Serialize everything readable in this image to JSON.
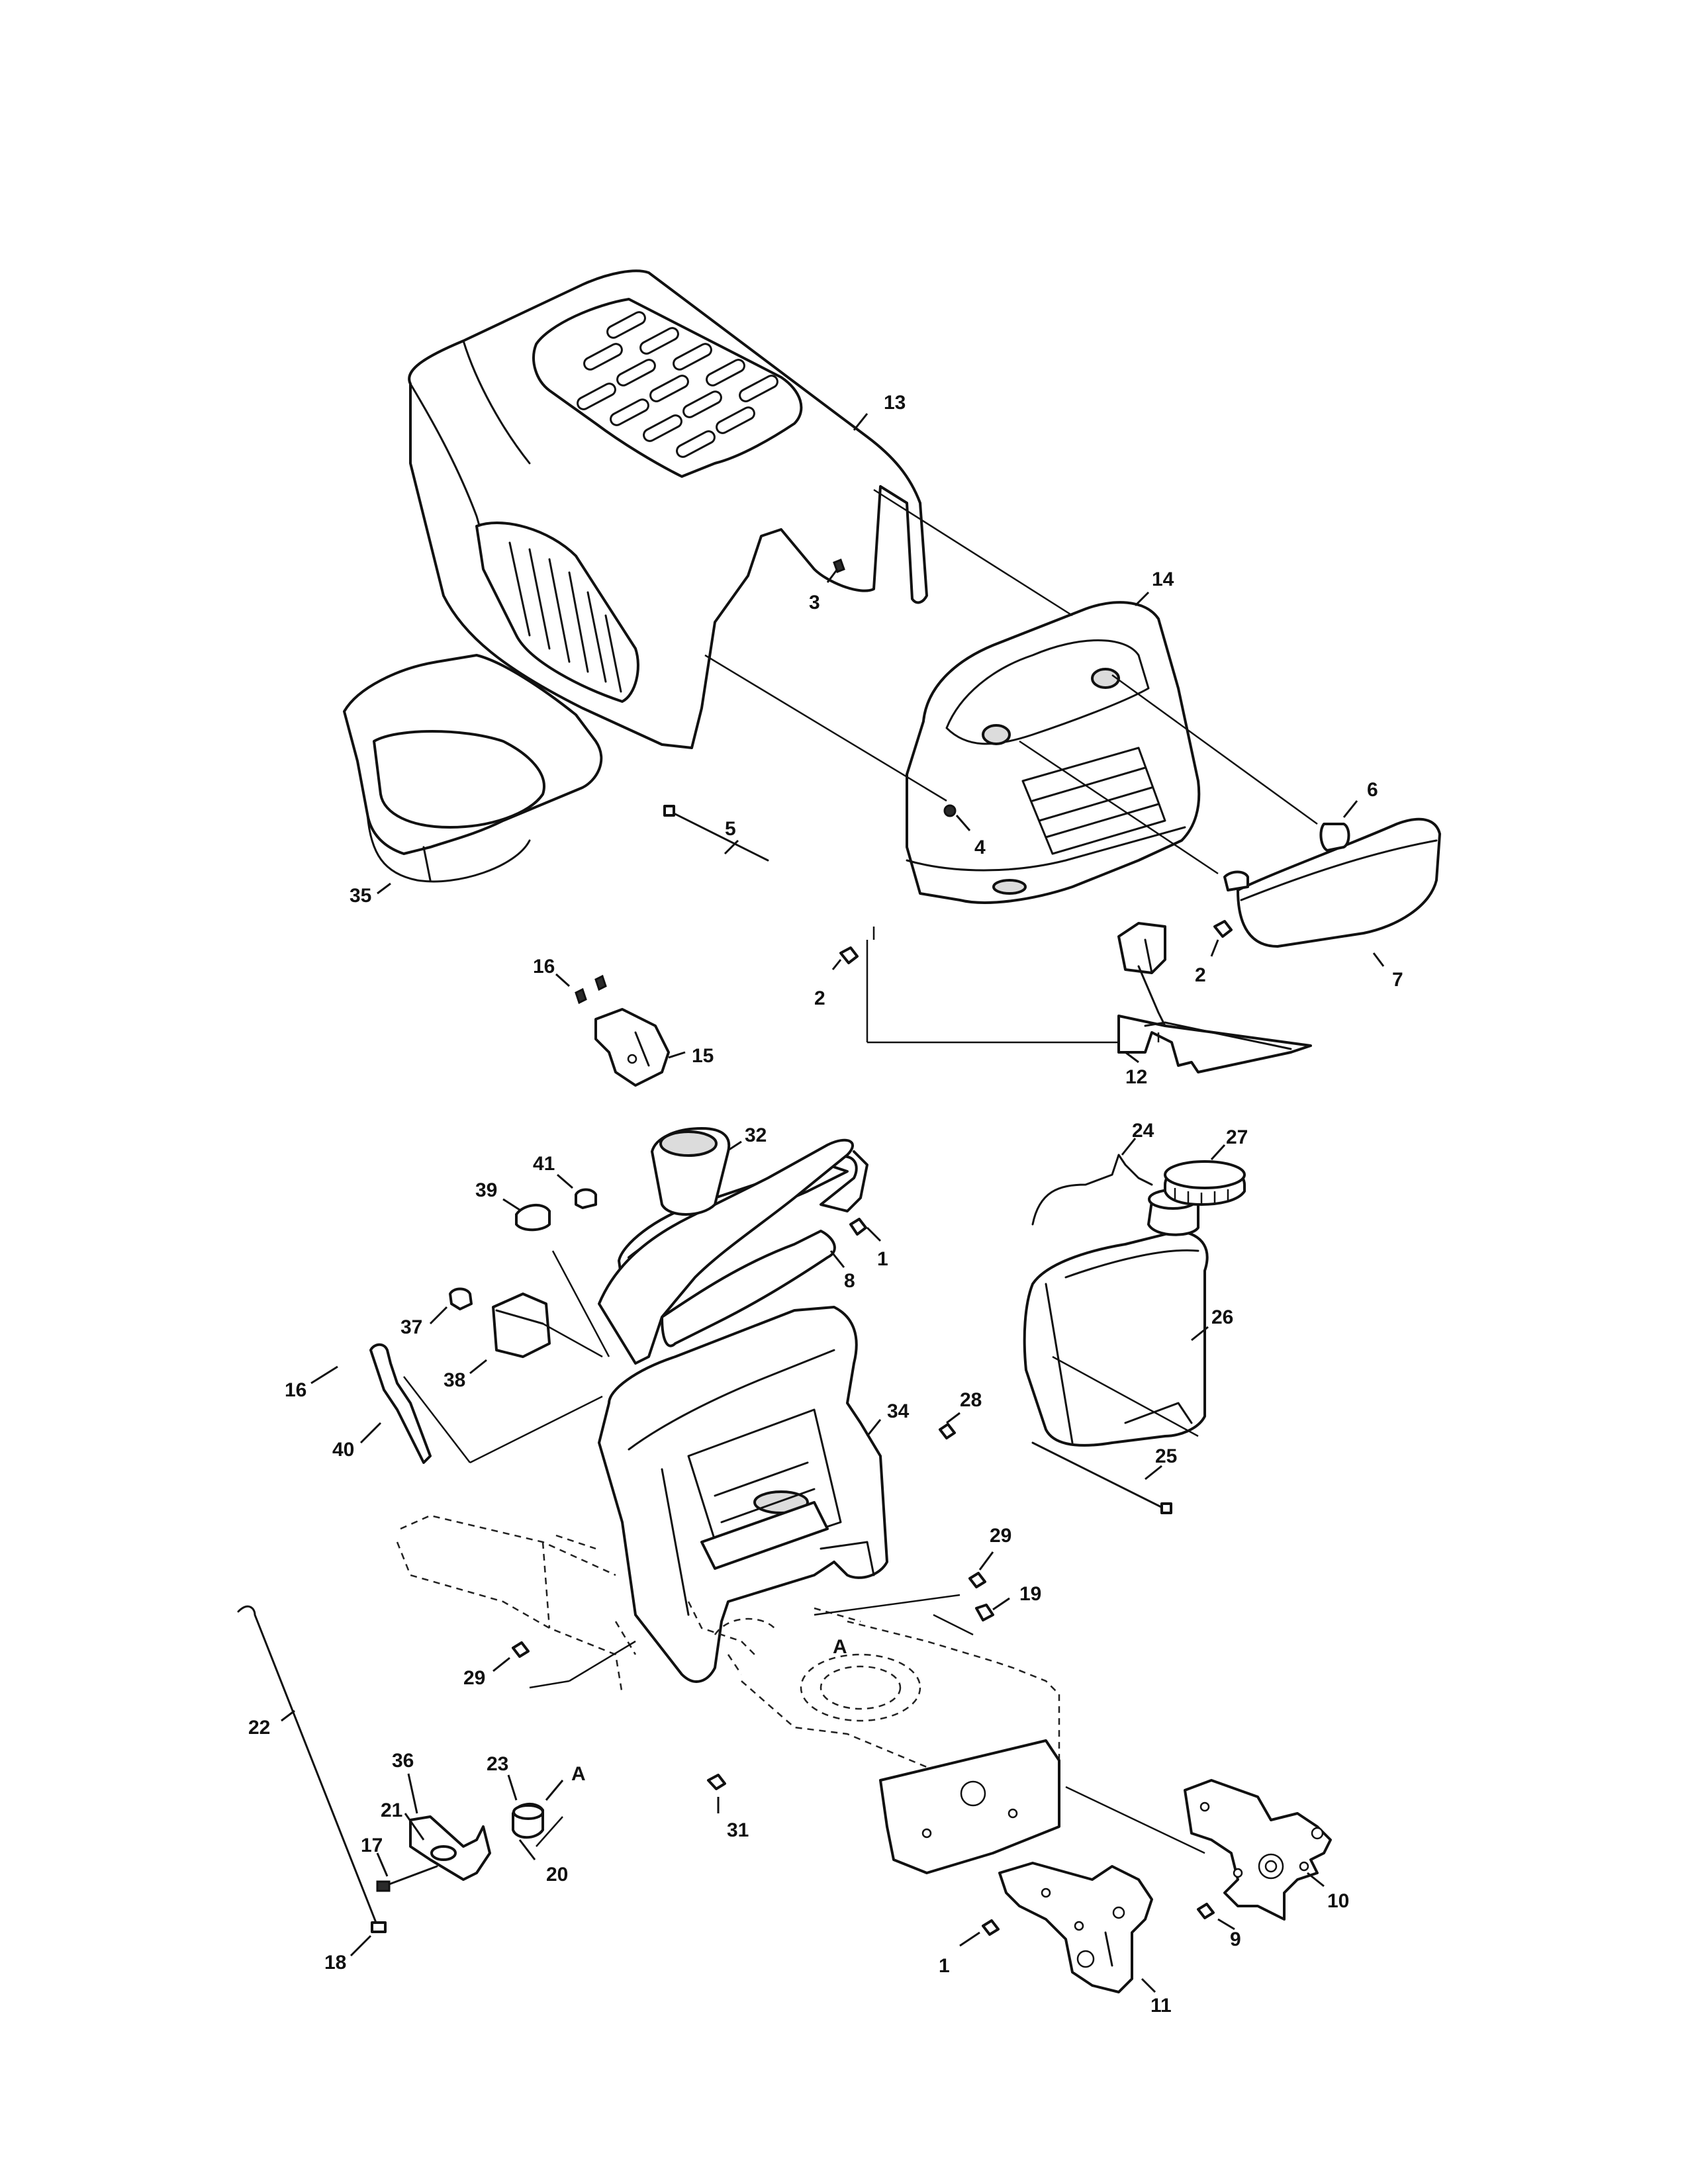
{
  "callouts": [
    "1",
    "2",
    "3",
    "4",
    "5",
    "6",
    "7",
    "8",
    "9",
    "10",
    "11",
    "12",
    "13",
    "14",
    "15",
    "16",
    "17",
    "18",
    "19",
    "20",
    "21",
    "22",
    "23",
    "24",
    "25",
    "26",
    "27",
    "28",
    "29",
    "31",
    "32",
    "34",
    "35",
    "36",
    "37",
    "38",
    "39",
    "40",
    "41",
    "A"
  ],
  "colors": {
    "ink": "#111111",
    "paper": "#ffffff",
    "shade": "#dcdcdc"
  }
}
